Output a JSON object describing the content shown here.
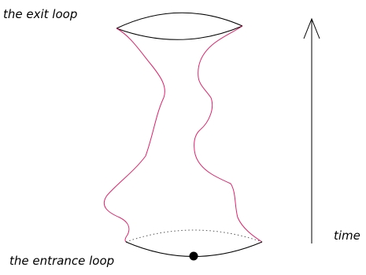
{
  "labels": {
    "exit_loop": "the exit loop",
    "entrance_loop": "the entrance loop",
    "time": "time"
  },
  "colors": {
    "loop_stroke": "#000000",
    "surface_stroke": "#e0206a",
    "dashed_stroke": "#555555",
    "dot_fill": "#000000",
    "arrow_stroke": "#000000"
  },
  "icons": {
    "time_arrow": "arrow-up-icon",
    "marked_point": "dot-icon"
  }
}
